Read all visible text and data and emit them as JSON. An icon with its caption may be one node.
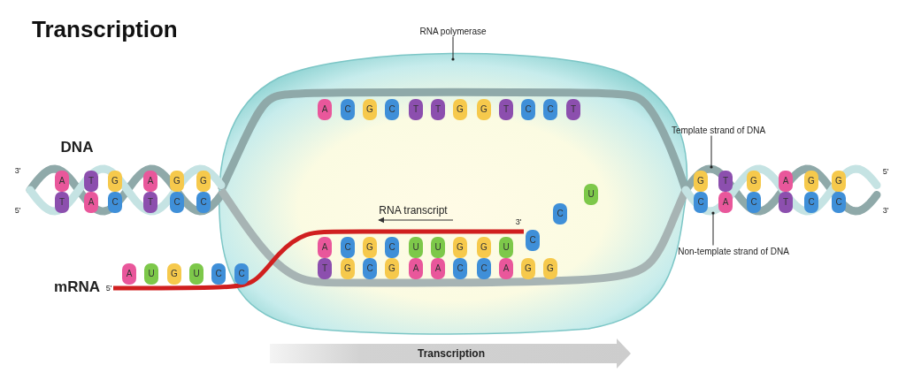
{
  "diagram": {
    "title": "Transcription",
    "nodes": [
      {
        "text": [
          "RNA polymerase"
        ]
      },
      {
        "text": [],
        "shape": "oval"
      },
      {
        "text": [
          "Template strand of DNA"
        ]
      },
      {
        "text": [
          "Non-template strand of DNA"
        ]
      },
      {
        "text": [],
        "shape": "ribbon"
      },
      {
        "text": [],
        "shape": "ribbon"
      }
    ],
    "edges": [
      {
        "from": 0,
        "to": 1,
        "arrow": "other"
      },
      {
        "from": 2,
        "to": 4,
        "arrow": "other"
      },
      {
        "from": 3,
        "to": 5,
        "arrow": "other"
      }
    ],
    "labels": [
      "DNA",
      "3'",
      "5'",
      "A",
      "T",
      "G",
      "A",
      "G",
      "G",
      "T",
      "A",
      "C",
      "T",
      "C",
      "C",
      "A",
      "C",
      "G",
      "C",
      "T",
      "T",
      "G",
      "G",
      "T",
      "C",
      "C",
      "T",
      "RNA transcript",
      "3'",
      "C",
      "C",
      "U",
      "A",
      "C",
      "G",
      "C",
      "U",
      "U",
      "G",
      "G",
      "U",
      "T",
      "G",
      "C",
      "G",
      "A",
      "A",
      "C",
      "C",
      "A",
      "G",
      "G",
      "mRNA",
      "5'",
      "A",
      "U",
      "G",
      "U",
      "C",
      "C",
      "5'",
      "3'",
      "G",
      "T",
      "G",
      "A",
      "G",
      "G",
      "C",
      "A",
      "C",
      "T",
      "C",
      "C",
      "Transcription"
    ]
  }
}
